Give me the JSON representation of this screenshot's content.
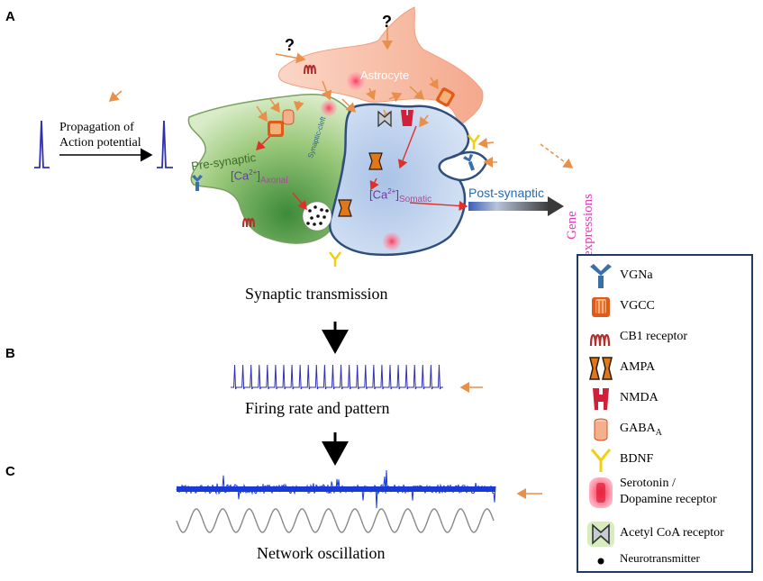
{
  "panels": {
    "a": "A",
    "b": "B",
    "c": "C"
  },
  "panel_a": {
    "propagation_label_line1": "Propagation of",
    "propagation_label_line2": "Action potential",
    "astrocyte": "Astrocyte",
    "pre_synaptic": "Pre-synaptic",
    "post_synaptic": "Post-synaptic",
    "synaptic_cleft": "Synaptic-cleft",
    "ca_axonal_main": "[Ca",
    "ca_axonal_sup": "2+",
    "ca_axonal_close": "]",
    "ca_axonal_sub": "Axonal",
    "ca_somatic_main": "[Ca",
    "ca_somatic_sup": "2+",
    "ca_somatic_close": "]",
    "ca_somatic_sub": "Somatic",
    "question_mark_1": "?",
    "question_mark_2": "?",
    "gene_line1": "Gene",
    "gene_line2": "expressions",
    "caption": "Synaptic transmission"
  },
  "panel_b": {
    "caption": "Firing rate and pattern"
  },
  "panel_c": {
    "caption": "Network oscillation"
  },
  "legend": {
    "items": [
      {
        "icon": "vgna-icon",
        "label": "VGNa"
      },
      {
        "icon": "vgcc-icon",
        "label": "VGCC"
      },
      {
        "icon": "cb1-receptor-icon",
        "label": "CB1 receptor"
      },
      {
        "icon": "ampa-icon",
        "label": "AMPA"
      },
      {
        "icon": "nmda-icon",
        "label": "NMDA"
      },
      {
        "icon": "gaba-icon",
        "label": "GABA",
        "sub": "A"
      },
      {
        "icon": "bdnf-icon",
        "label": "BDNF"
      },
      {
        "icon": "serotonin-dopamine-receptor-icon",
        "label": "Serotonin /",
        "label2": "Dopamine receptor"
      },
      {
        "icon": "acetyl-coa-receptor-icon",
        "label": "Acetyl CoA receptor"
      },
      {
        "icon": "neurotransmitter-icon",
        "label": "Neurotransmitter"
      }
    ]
  },
  "colors": {
    "orange_arrow": "#e8904a",
    "red_arrow": "#e0302a",
    "spike_blue": "#3030b0",
    "astrocyte": "#f6b59e",
    "presynaptic": "#8fbf6a",
    "postsynaptic": "#c7d7ee",
    "legend_border": "#1f3b63",
    "gene_text": "#e23bb5"
  }
}
